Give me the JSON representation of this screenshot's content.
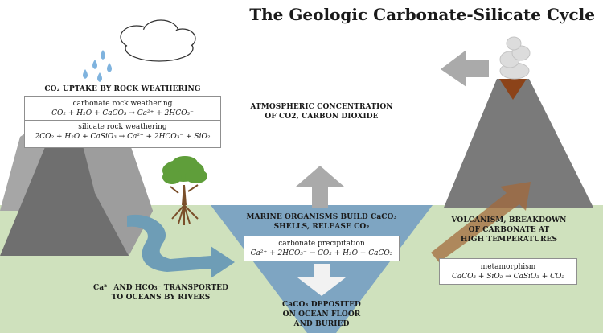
{
  "title": "The Geologic Carbonate-Silicate Cycle",
  "colors": {
    "ground": "#cfe1bd",
    "ocean": "#7ea5c2",
    "mountain_dark": "#6f6f6f",
    "mountain_light": "#a6a6a6",
    "volcano": "#7a7a7a",
    "lava": "#8c4319",
    "transport_arrow": "#6e9db6",
    "rise_arrow": "#a36a3c",
    "gray_arrow": "#aaaaaa",
    "tree_leaves": "#5f9e3a",
    "trunk": "#7a4f2a",
    "rain": "#7fb3de"
  },
  "weathering": {
    "heading_formula": "CO₂",
    "heading_text": " UPTAKE BY ROCK WEATHERING",
    "carbonate_label": "carbonate rock weathering",
    "carbonate_eq": "CO₂ + H₂O + CaCO₃ → Ca²⁺ + 2HCO₃⁻",
    "silicate_label": "silicate rock weathering",
    "silicate_eq": "2CO₂ + H₂O + CaSiO₃ → Ca²⁺ + 2HCO₃⁻ + SiO₂"
  },
  "atmosphere": {
    "line1": "ATMOSPHERIC CONCENTRATION",
    "line2": "OF CO2, CARBON DIOXIDE"
  },
  "marine": {
    "line1_text": "MARINE ORGANISMS BUILD ",
    "line1_formula": "CaCO₃",
    "line2_text": "SHELLS, RELEASE ",
    "line2_formula": "CO₂",
    "precip_label": "carbonate precipitation",
    "precip_eq": "Ca²⁺ + 2HCO₃⁻ → CO₂ + H₂O + CaCO₃"
  },
  "transport": {
    "line1_formula_a": "Ca²⁺",
    "line1_and": " AND ",
    "line1_formula_b": "HCO₃⁻",
    "line1_text": " TRANSPORTED",
    "line2": "TO OCEANS BY RIVERS"
  },
  "deposit": {
    "line1_formula": "CaCO₃",
    "line1_text": " DEPOSITED",
    "line2": "ON OCEAN FLOOR",
    "line3": "AND BURIED"
  },
  "volcanism": {
    "line1": "VOLCANISM, BREAKDOWN",
    "line2": "OF CARBONATE AT",
    "line3": "HIGH TEMPERATURES"
  },
  "metamorphism": {
    "label": "metamorphism",
    "eq": "CaCO₃ + SiO₂ → CaSiO₃ + CO₂"
  }
}
